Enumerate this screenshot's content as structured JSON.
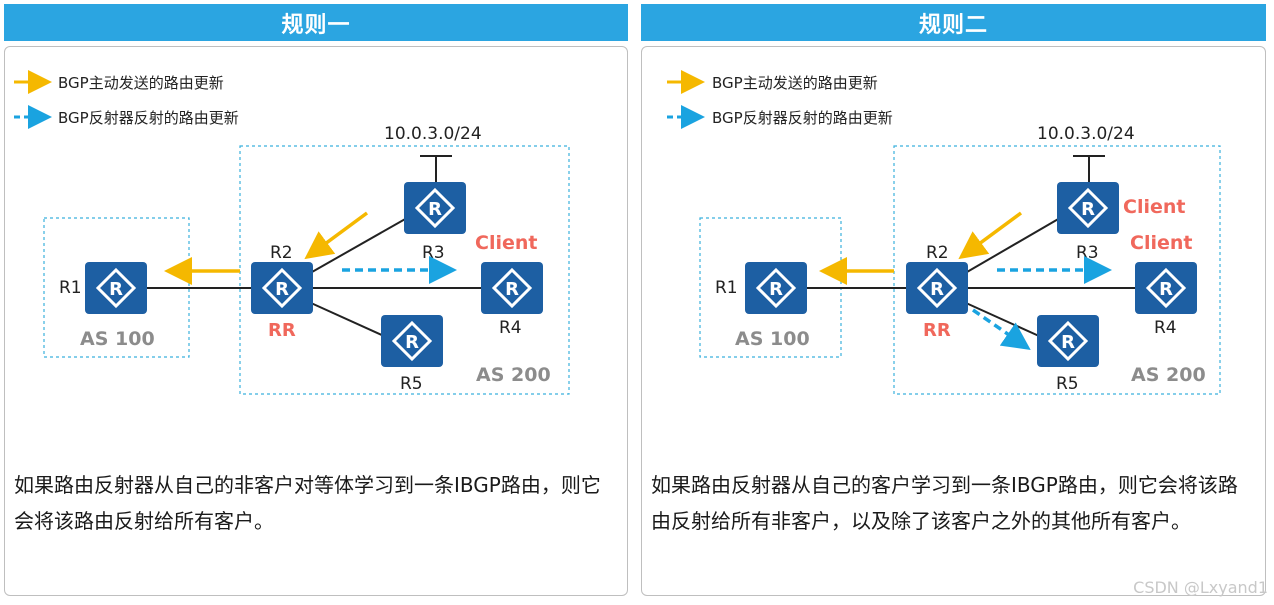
{
  "panels": [
    {
      "title": "规则一",
      "legend": {
        "solid": "BGP主动发送的路由更新",
        "dashed": "BGP反射器反射的路由更新"
      },
      "network": "10.0.3.0/24",
      "routers": {
        "r1": "R1",
        "r2": "R2",
        "r3": "R3",
        "r4": "R4",
        "r5": "R5"
      },
      "rr_label": "RR",
      "client_labels": [
        "Client"
      ],
      "as_left": "AS 100",
      "as_right": "AS 200",
      "description": "如果路由反射器从自己的非客户对等体学习到一条IBGP路由，则它会将该路由反射给所有客户。"
    },
    {
      "title": "规则二",
      "legend": {
        "solid": "BGP主动发送的路由更新",
        "dashed": "BGP反射器反射的路由更新"
      },
      "network": "10.0.3.0/24",
      "routers": {
        "r1": "R1",
        "r2": "R2",
        "r3": "R3",
        "r4": "R4",
        "r5": "R5"
      },
      "rr_label": "RR",
      "client_labels": [
        "Client",
        "Client"
      ],
      "as_left": "AS 100",
      "as_right": "AS 200",
      "description": "如果路由反射器从自己的客户学习到一条IBGP路由，则它会将该路由反射给所有非客户，以及除了该客户之外的其他所有客户。"
    }
  ],
  "watermark": "CSDN @Lxyand1",
  "colors": {
    "header": "#2ba5e1",
    "router": "#1d5fa3",
    "solid_arrow": "#f5b800",
    "dashed_arrow": "#1aa3e0",
    "client_text": "#f0685c",
    "as_text": "#8c8c8c",
    "as_border": "#3bb1dd"
  }
}
